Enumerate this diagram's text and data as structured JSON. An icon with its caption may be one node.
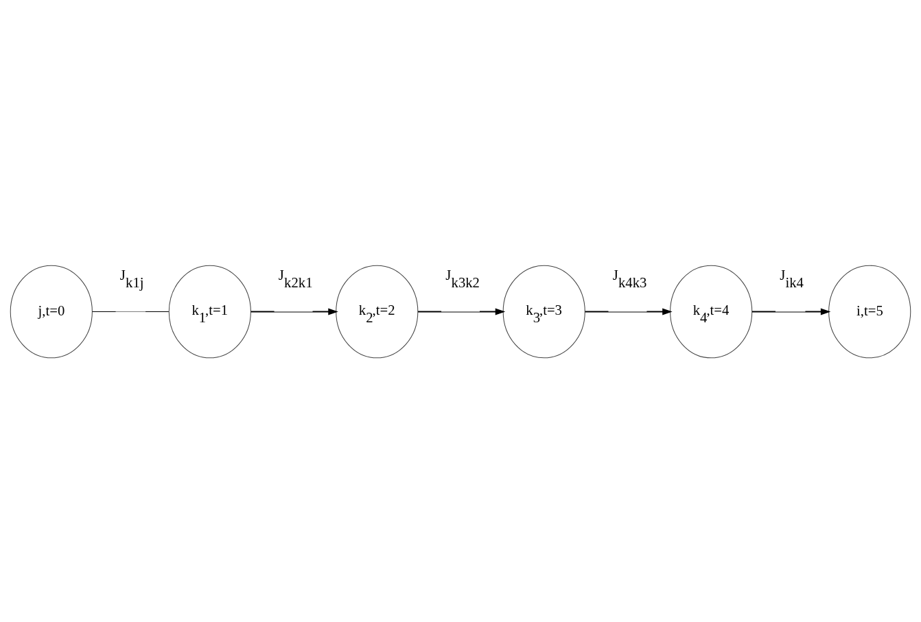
{
  "diagram": {
    "nodes": [
      {
        "text": [
          "j,t=0"
        ]
      },
      {
        "text": [
          "k$_{1}$,t=1"
        ]
      },
      {
        "text": [
          "k$_{2}$,t=2"
        ]
      },
      {
        "text": [
          "k$_{3}$,t=3"
        ]
      },
      {
        "text": [
          "k$_{4}$,t=4"
        ]
      },
      {
        "text": [
          "i,t=5"
        ]
      }
    ],
    "edges": [
      {
        "from": 0,
        "to": 1,
        "arrow": "none",
        "label": "J$_{k1j}$"
      },
      {
        "from": 1,
        "to": 2,
        "arrow": "to",
        "label": "J$_{k2k1}$"
      },
      {
        "from": 2,
        "to": 3,
        "arrow": "to",
        "label": "J$_{k3k2}$"
      },
      {
        "from": 3,
        "to": 4,
        "arrow": "to",
        "label": "J$_{k4k3}$"
      },
      {
        "from": 4,
        "to": 5,
        "arrow": "to",
        "label": "J$_{ik4}$"
      }
    ]
  }
}
